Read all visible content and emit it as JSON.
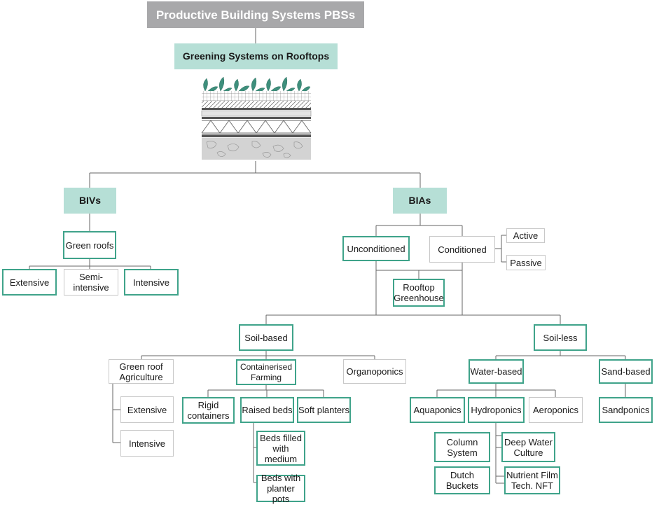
{
  "title": "Productive Building Systems PBSs",
  "subtitle": "Greening Systems on Rooftops",
  "nodes": {
    "bivs": "BIVs",
    "bias": "BIAs",
    "green_roofs": "Green roofs",
    "extensive": "Extensive",
    "semi_intensive": "Semi-\nintensive",
    "intensive": "Intensive",
    "unconditioned": "Unconditioned",
    "conditioned": "Conditioned",
    "active": "Active",
    "passive": "Passive",
    "rooftop_greenhouse": "Rooftop\nGreenhouse",
    "soil_based": "Soil-based",
    "soil_less": "Soil-less",
    "green_roof_agriculture": "Green roof\nAgriculture",
    "containerised_farming": "Containerised\nFarming",
    "organoponics": "Organoponics",
    "gra_extensive": "Extensive",
    "gra_intensive": "Intensive",
    "rigid_containers": "Rigid\ncontainers",
    "raised_beds": "Raised beds",
    "soft_planters": "Soft planters",
    "beds_filled": "Beds filled\nwith\nmedium",
    "beds_pots": "Beds with\nplanter pots",
    "water_based": "Water-based",
    "sand_based": "Sand-based",
    "aquaponics": "Aquaponics",
    "hydroponics": "Hydroponics",
    "aeroponics": "Aeroponics",
    "sandponics": "Sandponics",
    "column_system": "Column\nSystem",
    "deep_water_culture": "Deep Water\nCulture",
    "dutch_buckets": "Dutch\nBuckets",
    "nft": "Nutrient Film\nTech. NFT"
  },
  "colors": {
    "header_bg": "#a8a8aa",
    "teal_fill": "#b6dfd6",
    "teal_border": "#3fa38a",
    "grey_border": "#c8c8c8",
    "line": "#666666"
  }
}
